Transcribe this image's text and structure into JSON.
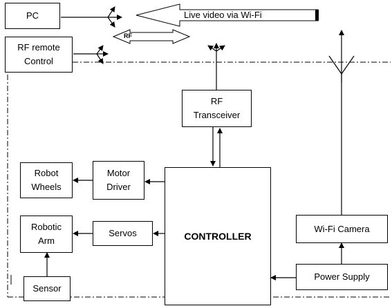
{
  "blocks": {
    "pc": "PC",
    "rf_remote": [
      "RF remote",
      "Control"
    ],
    "rf_transceiver": [
      "RF",
      "Transceiver"
    ],
    "robot_wheels": [
      "Robot",
      "Wheels"
    ],
    "motor_driver": [
      "Motor",
      "Driver"
    ],
    "robotic_arm": [
      "Robotic",
      "Arm"
    ],
    "servos": "Servos",
    "sensor": "Sensor",
    "controller": "CONTROLLER",
    "wifi_camera": "Wi-Fi Camera",
    "power_supply": "Power Supply"
  },
  "labels": {
    "live_video": "Live video via Wi-Fi",
    "rf_link": "RF"
  }
}
